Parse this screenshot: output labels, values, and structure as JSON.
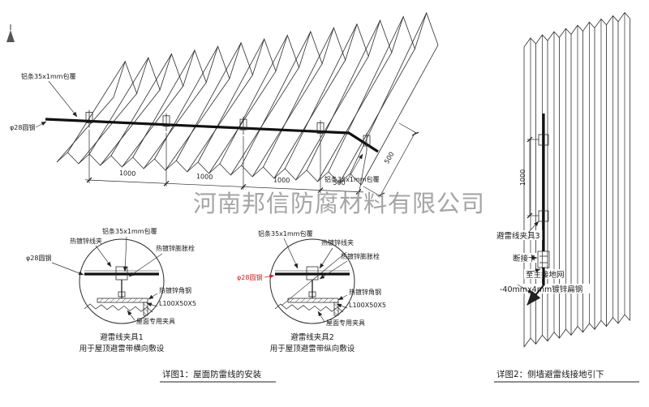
{
  "watermark": "河南邦信防腐材料有限公司",
  "colors": {
    "line": "#2b2b2b",
    "red": "#cc2222",
    "watermark": "#8f8f8f"
  },
  "main": {
    "label_alu_top": "铝条35x1mm包覆",
    "label_alu_right": "铝条35x1mm包覆",
    "label_rod": "φ28圆钢",
    "dims": [
      "1000",
      "1000",
      "1000",
      "500"
    ],
    "dim_side": "500"
  },
  "detail1": {
    "label_clamp": "热镀锌线夹",
    "label_alu": "铝条35x1mm包覆",
    "label_bolt": "热镀锌膨胀栓",
    "label_rod": "φ28圆钢",
    "label_angle": "热镀锌角钢",
    "label_angle_size": "L100X50X5",
    "label_roof_clamp": "屋面专用夹具",
    "title": "避雷线夹具1",
    "subtitle": "用于屋顶避雷带横向敷设"
  },
  "detail2": {
    "label_clamp": "热镀锌线夹",
    "label_alu": "铝条35x1mm包覆",
    "label_bolt": "热镀锌膨胀栓",
    "label_rod": "φ28圆钢",
    "label_angle": "热镀锌角钢",
    "label_angle_size": "L100X50X5",
    "label_roof_clamp": "屋面专用夹具",
    "title": "避雷线夹具2",
    "subtitle": "用于屋顶避雷带纵向敷设"
  },
  "side": {
    "dim": "1000",
    "label_clamp3": "避雷线夹具3",
    "label_disconnect": "断接卡",
    "label_ground": "至主接地网",
    "label_flat": "-40mmx4mm镀锌扁钢"
  },
  "captions": {
    "caption1": "详图1：屋面防雷线的安装",
    "caption2": "详图2：侧墙避雷线接地引下"
  }
}
